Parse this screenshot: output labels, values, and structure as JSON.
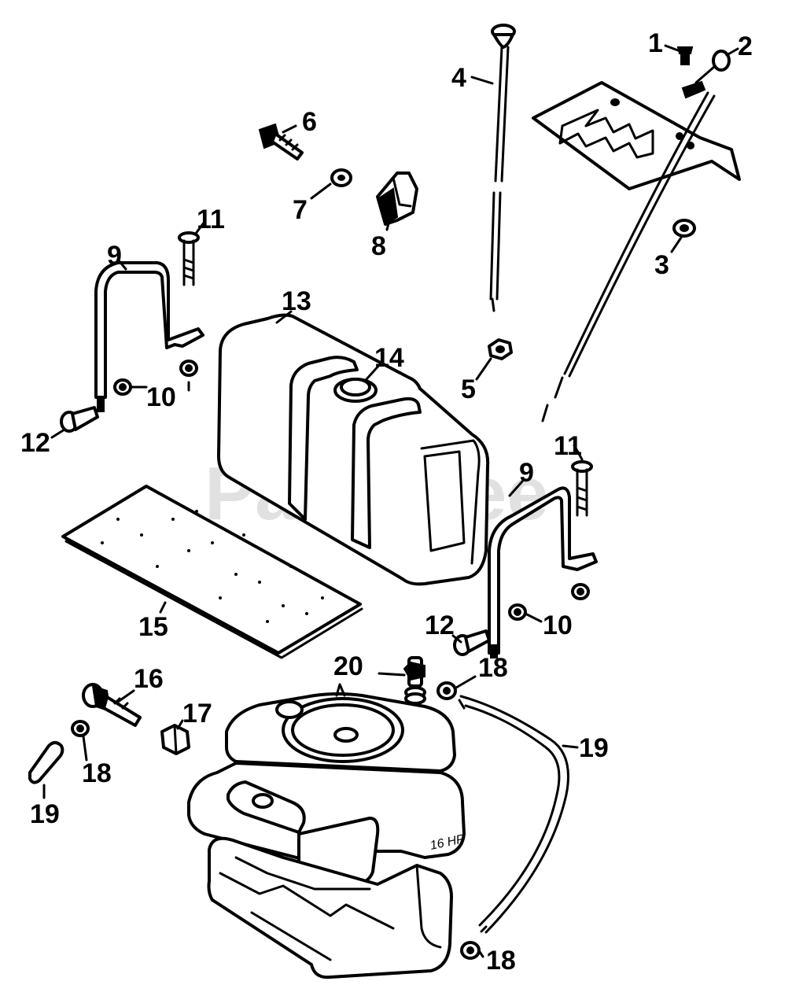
{
  "watermark": "PartsTree",
  "engine_marking": "16 HP",
  "callouts": [
    {
      "id": "c1",
      "label": "1"
    },
    {
      "id": "c2",
      "label": "2"
    },
    {
      "id": "c3",
      "label": "3"
    },
    {
      "id": "c4",
      "label": "4"
    },
    {
      "id": "c5",
      "label": "5"
    },
    {
      "id": "c6",
      "label": "6"
    },
    {
      "id": "c7",
      "label": "7"
    },
    {
      "id": "c8",
      "label": "8"
    },
    {
      "id": "c9a",
      "label": "9"
    },
    {
      "id": "c9b",
      "label": "9"
    },
    {
      "id": "c10a",
      "label": "10"
    },
    {
      "id": "c10b",
      "label": "10"
    },
    {
      "id": "c11a",
      "label": "11"
    },
    {
      "id": "c11b",
      "label": "11"
    },
    {
      "id": "c12a",
      "label": "12"
    },
    {
      "id": "c12b",
      "label": "12"
    },
    {
      "id": "c13",
      "label": "13"
    },
    {
      "id": "c14",
      "label": "14"
    },
    {
      "id": "c15",
      "label": "15"
    },
    {
      "id": "c16",
      "label": "16"
    },
    {
      "id": "c17",
      "label": "17"
    },
    {
      "id": "c18a",
      "label": "18"
    },
    {
      "id": "c18b",
      "label": "18"
    },
    {
      "id": "c18c",
      "label": "18"
    },
    {
      "id": "c19a",
      "label": "19"
    },
    {
      "id": "c19b",
      "label": "19"
    },
    {
      "id": "c20",
      "label": "20"
    }
  ]
}
